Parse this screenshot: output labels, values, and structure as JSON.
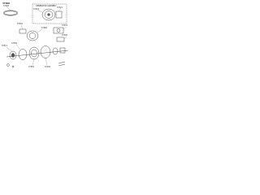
{
  "diagram": {
    "header_code": "37300",
    "label_generator_assembly": "GENERATOR ASSEMBLY",
    "callouts": {
      "top_left": "37300",
      "top_right_1": "37321",
      "top_right_2": "37323",
      "mid_right_1": "37370",
      "mid_right_2": "37390",
      "center_1": "37360",
      "center_2": "37250",
      "lower_left_1": "37311",
      "lower_left_2": "37330",
      "bottom_1": "37350",
      "bottom_2": "37340"
    }
  }
}
